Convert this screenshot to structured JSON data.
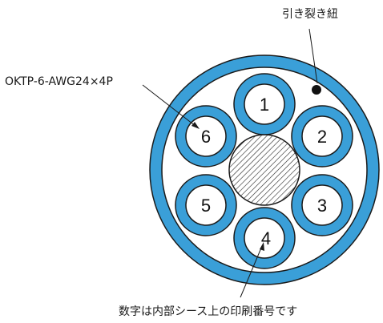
{
  "labels": {
    "ripcord": "引き裂き紐",
    "cable_type": "OKTP-6-AWG24×4P",
    "note": "数字は内部シース上の印刷番号です"
  },
  "pairs": [
    {
      "number": "1"
    },
    {
      "number": "2"
    },
    {
      "number": "3"
    },
    {
      "number": "4"
    },
    {
      "number": "5"
    },
    {
      "number": "6"
    }
  ],
  "colors": {
    "sheath": "#3a9fd8",
    "sheath_stroke": "#1a1a1a",
    "inner": "#ffffff",
    "hatch": "#222222",
    "text": "#1a1a1a"
  }
}
